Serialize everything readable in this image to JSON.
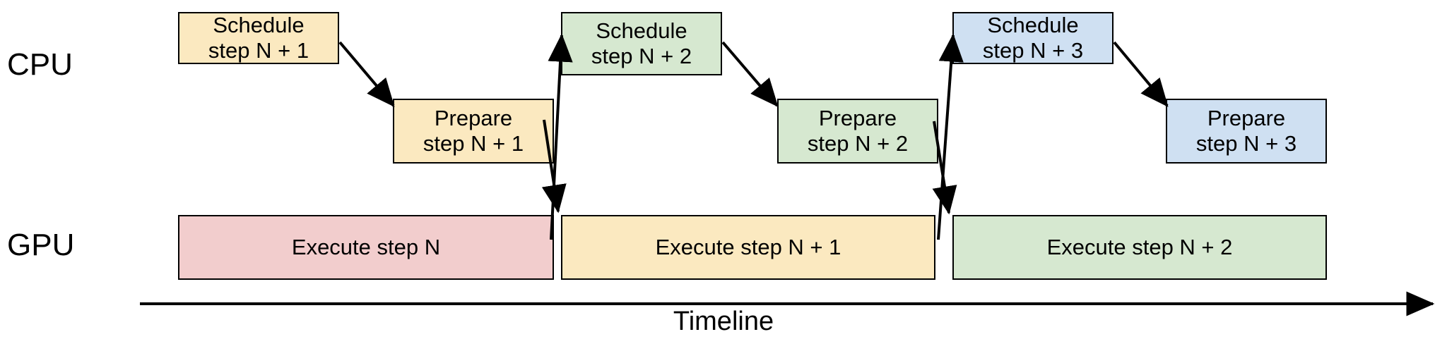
{
  "diagram": {
    "title_axis": "Timeline",
    "rows": [
      {
        "id": "cpu",
        "label": "CPU"
      },
      {
        "id": "gpu",
        "label": "GPU"
      }
    ],
    "colors": {
      "yellow_fill": "#fbe9c0",
      "yellow_stroke": "#000000",
      "green_fill": "#d6e8d0",
      "green_stroke": "#000000",
      "blue_fill": "#cfe0f2",
      "blue_stroke": "#000000",
      "pink_fill": "#f2cdcd",
      "pink_stroke": "#000000",
      "line": "#000000",
      "background": "#ffffff"
    },
    "cpu_boxes": [
      {
        "name": "schedule-n1",
        "line1": "Schedule",
        "line2": "step N + 1",
        "color": "yellow"
      },
      {
        "name": "prepare-n1",
        "line1": "Prepare",
        "line2": "step N + 1",
        "color": "yellow"
      },
      {
        "name": "schedule-n2",
        "line1": "Schedule",
        "line2": "step N + 2",
        "color": "green"
      },
      {
        "name": "prepare-n2",
        "line1": "Prepare",
        "line2": "step N + 2",
        "color": "green"
      },
      {
        "name": "schedule-n3",
        "line1": "Schedule",
        "line2": "step N + 3",
        "color": "blue"
      },
      {
        "name": "prepare-n3",
        "line1": "Prepare",
        "line2": "step N + 3",
        "color": "blue"
      }
    ],
    "gpu_bars": [
      {
        "name": "execute-n",
        "label": "Execute step N",
        "color": "pink"
      },
      {
        "name": "execute-n1",
        "label": "Execute step N + 1",
        "color": "yellow"
      },
      {
        "name": "execute-n2",
        "label": "Execute step N + 2",
        "color": "green"
      }
    ]
  }
}
